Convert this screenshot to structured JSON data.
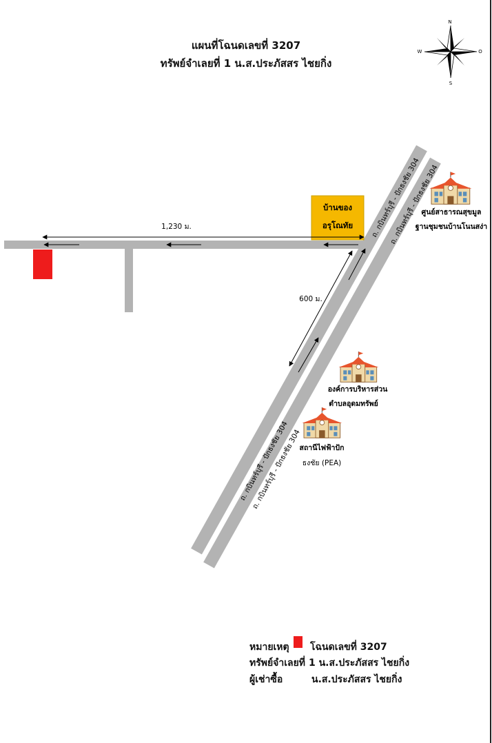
{
  "title": {
    "line1": "แผนที่โฉนดเลขที่ 3207",
    "line2": "ทรัพย์จำเลยที่  1 น.ส.ประภัสสร ไชยกิ่ง"
  },
  "compass": {
    "n": "N",
    "s": "S",
    "w": "W",
    "e": "O"
  },
  "roads": {
    "label_upper_a": "ถ. กบินทร์บุรี - ปักธงชัย 304",
    "label_upper_b": "ถ. กบินทร์บุรี - ปักธงชัย 304",
    "label_lower_a": "ถ. กบินทร์บุรี - ปักธงชัย 304",
    "label_lower_b": "ถ. กบินทร์บุรี - ปักธงชัย 304"
  },
  "distances": {
    "horizontal": "1,230 ม.",
    "diagonal": "600 ม."
  },
  "landmarks": {
    "house": {
      "line1": "บ้านของ",
      "line2": "อรุโณทัย",
      "color": "#f5b800"
    },
    "health_center": {
      "line1": "ศูนย์สาธารณสุขมูล",
      "line2": "ฐานชุมชนบ้านโนนสง่า",
      "icon": "school-building-icon"
    },
    "tao": {
      "line1": "องค์การบริหารส่วน",
      "line2": "ตำบลอุดมทรัพย์",
      "icon": "school-building-icon"
    },
    "pea": {
      "line1": "สถานีไฟฟ้าปัก",
      "line2": "ธงชัย (PEA)",
      "icon": "school-building-icon"
    }
  },
  "plot_color": "#ee1c1c",
  "road_color": "#b3b3b3",
  "legend": {
    "heading": "หมายเหตุ",
    "plot": "โฉนดเลขที่ 3207",
    "asset_label": "ทรัพย์จำเลยที่",
    "asset_value": "1 น.ส.ประภัสสร ไชยกิ่ง",
    "lessee_label": "ผู้เช่าซื้อ",
    "lessee_value": "น.ส.ประภัสสร ไชยกิ่ง"
  }
}
